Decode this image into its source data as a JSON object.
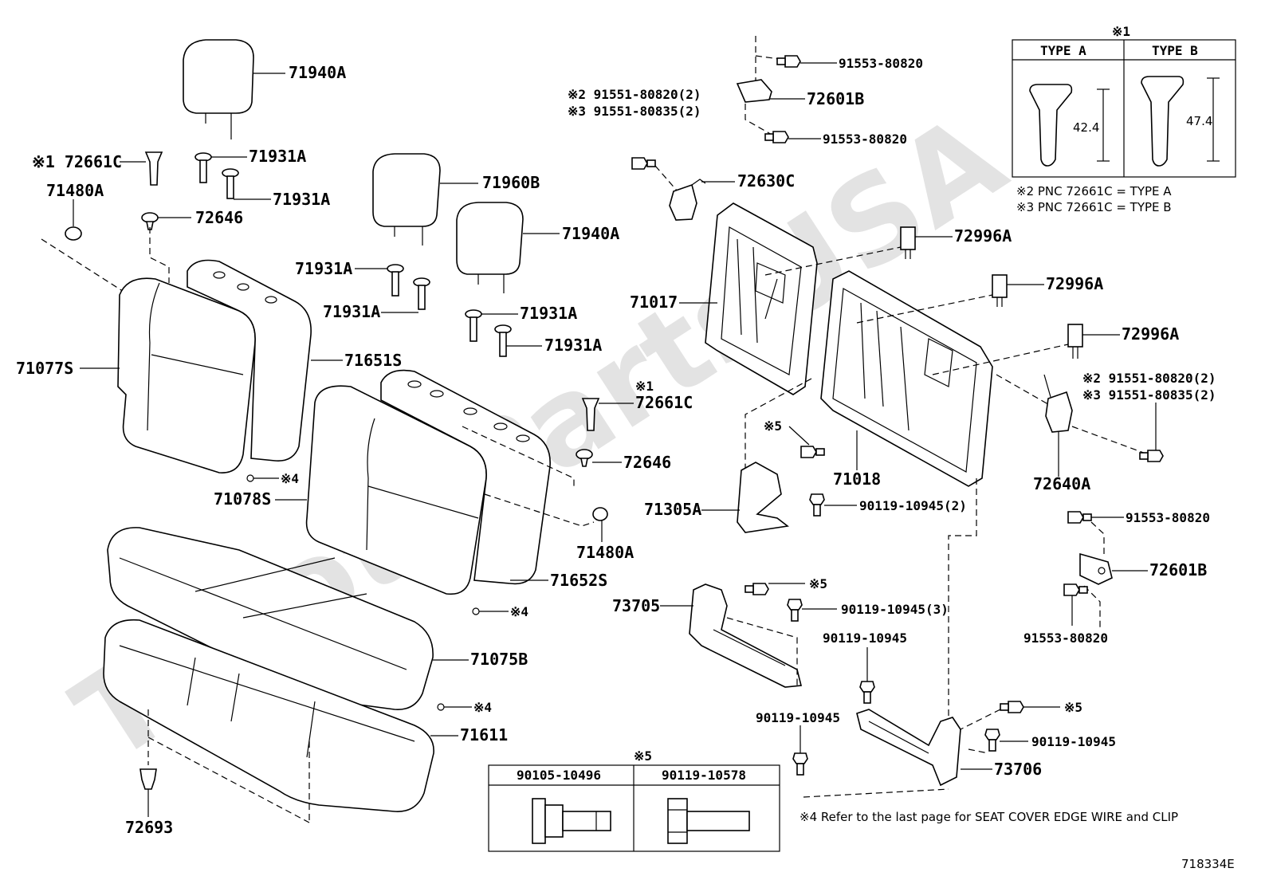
{
  "watermark": "ToyotaPartsUSA",
  "diagram_id": "718334E",
  "footnote": "※4 Refer to the last page for SEAT COVER EDGE WIRE and CLIP",
  "type_table": {
    "mark": "※1",
    "type_a": {
      "title": "TYPE A",
      "dim": "42.4"
    },
    "type_b": {
      "title": "TYPE B",
      "dim": "47.4"
    },
    "note2": "※2 PNC 72661C = TYPE A",
    "note3": "※3 PNC 72661C = TYPE B"
  },
  "bolt_table": {
    "mark": "※5",
    "col1": "90105-10496",
    "col2": "90119-10578"
  },
  "labels": {
    "l_71940A_top": "71940A",
    "l_72661C_top": "※1 72661C",
    "l_71931A_1": "71931A",
    "l_71931A_2": "71931A",
    "l_71480A_left": "71480A",
    "l_72646_top": "72646",
    "l_71960B": "71960B",
    "l_71940A_mid": "71940A",
    "l_71931A_3": "71931A",
    "l_71931A_4": "71931A",
    "l_71931A_5": "71931A",
    "l_71931A_6": "71931A",
    "l_71077S": "71077S",
    "l_71651S": "71651S",
    "l_mark1": "※1",
    "l_72661C_mid": "72661C",
    "l_72646_mid": "72646",
    "l_x4_a": "※4",
    "l_71078S": "71078S",
    "l_71480A_mid": "71480A",
    "l_71652S": "71652S",
    "l_x4_b": "※4",
    "l_71075B": "71075B",
    "l_x4_c": "※4",
    "l_71611": "71611",
    "l_72693": "72693",
    "l_s2_a": "※2 91551-80820(2)",
    "l_s3_a": "※3 91551-80835(2)",
    "l_91553_t1": "91553-80820",
    "l_72601B_top": "72601B",
    "l_91553_t2": "91553-80820",
    "l_72630C": "72630C",
    "l_72996A_1": "72996A",
    "l_72996A_2": "72996A",
    "l_72996A_3": "72996A",
    "l_71017": "71017",
    "l_71018": "71018",
    "l_x5_a": "※5",
    "l_71305A": "71305A",
    "l_90119_2": "90119-10945(2)",
    "l_s2_b": "※2 91551-80820(2)",
    "l_s3_b": "※3 91551-80835(2)",
    "l_72640A": "72640A",
    "l_91553_r1": "91553-80820",
    "l_72601B_r": "72601B",
    "l_91553_r2": "91553-80820",
    "l_73705": "73705",
    "l_x5_b": "※5",
    "l_90119_3": "90119-10945(3)",
    "l_90119_a": "90119-10945",
    "l_x5_c": "※5",
    "l_90119_b": "90119-10945",
    "l_90119_c": "90119-10945",
    "l_73706": "73706"
  }
}
